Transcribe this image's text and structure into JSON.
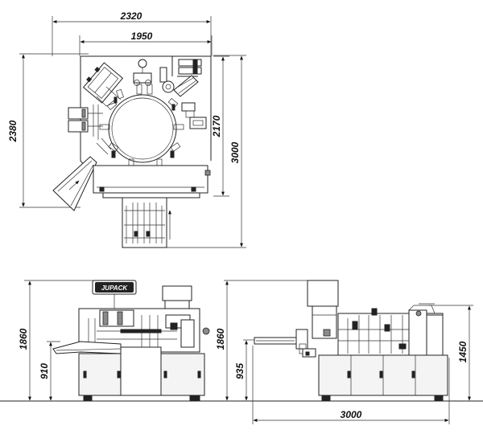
{
  "top_view": {
    "width_outer": "2320",
    "width_inner": "1950",
    "depth_left": "2380",
    "depth_inner": "2170",
    "depth_total": "3000"
  },
  "front_view": {
    "logo": "JUPACK",
    "height_total": "1860",
    "height_infeed": "910"
  },
  "side_view": {
    "height_total": "1860",
    "height_infeed": "935",
    "height_discharge": "1450",
    "length_total": "3000"
  }
}
